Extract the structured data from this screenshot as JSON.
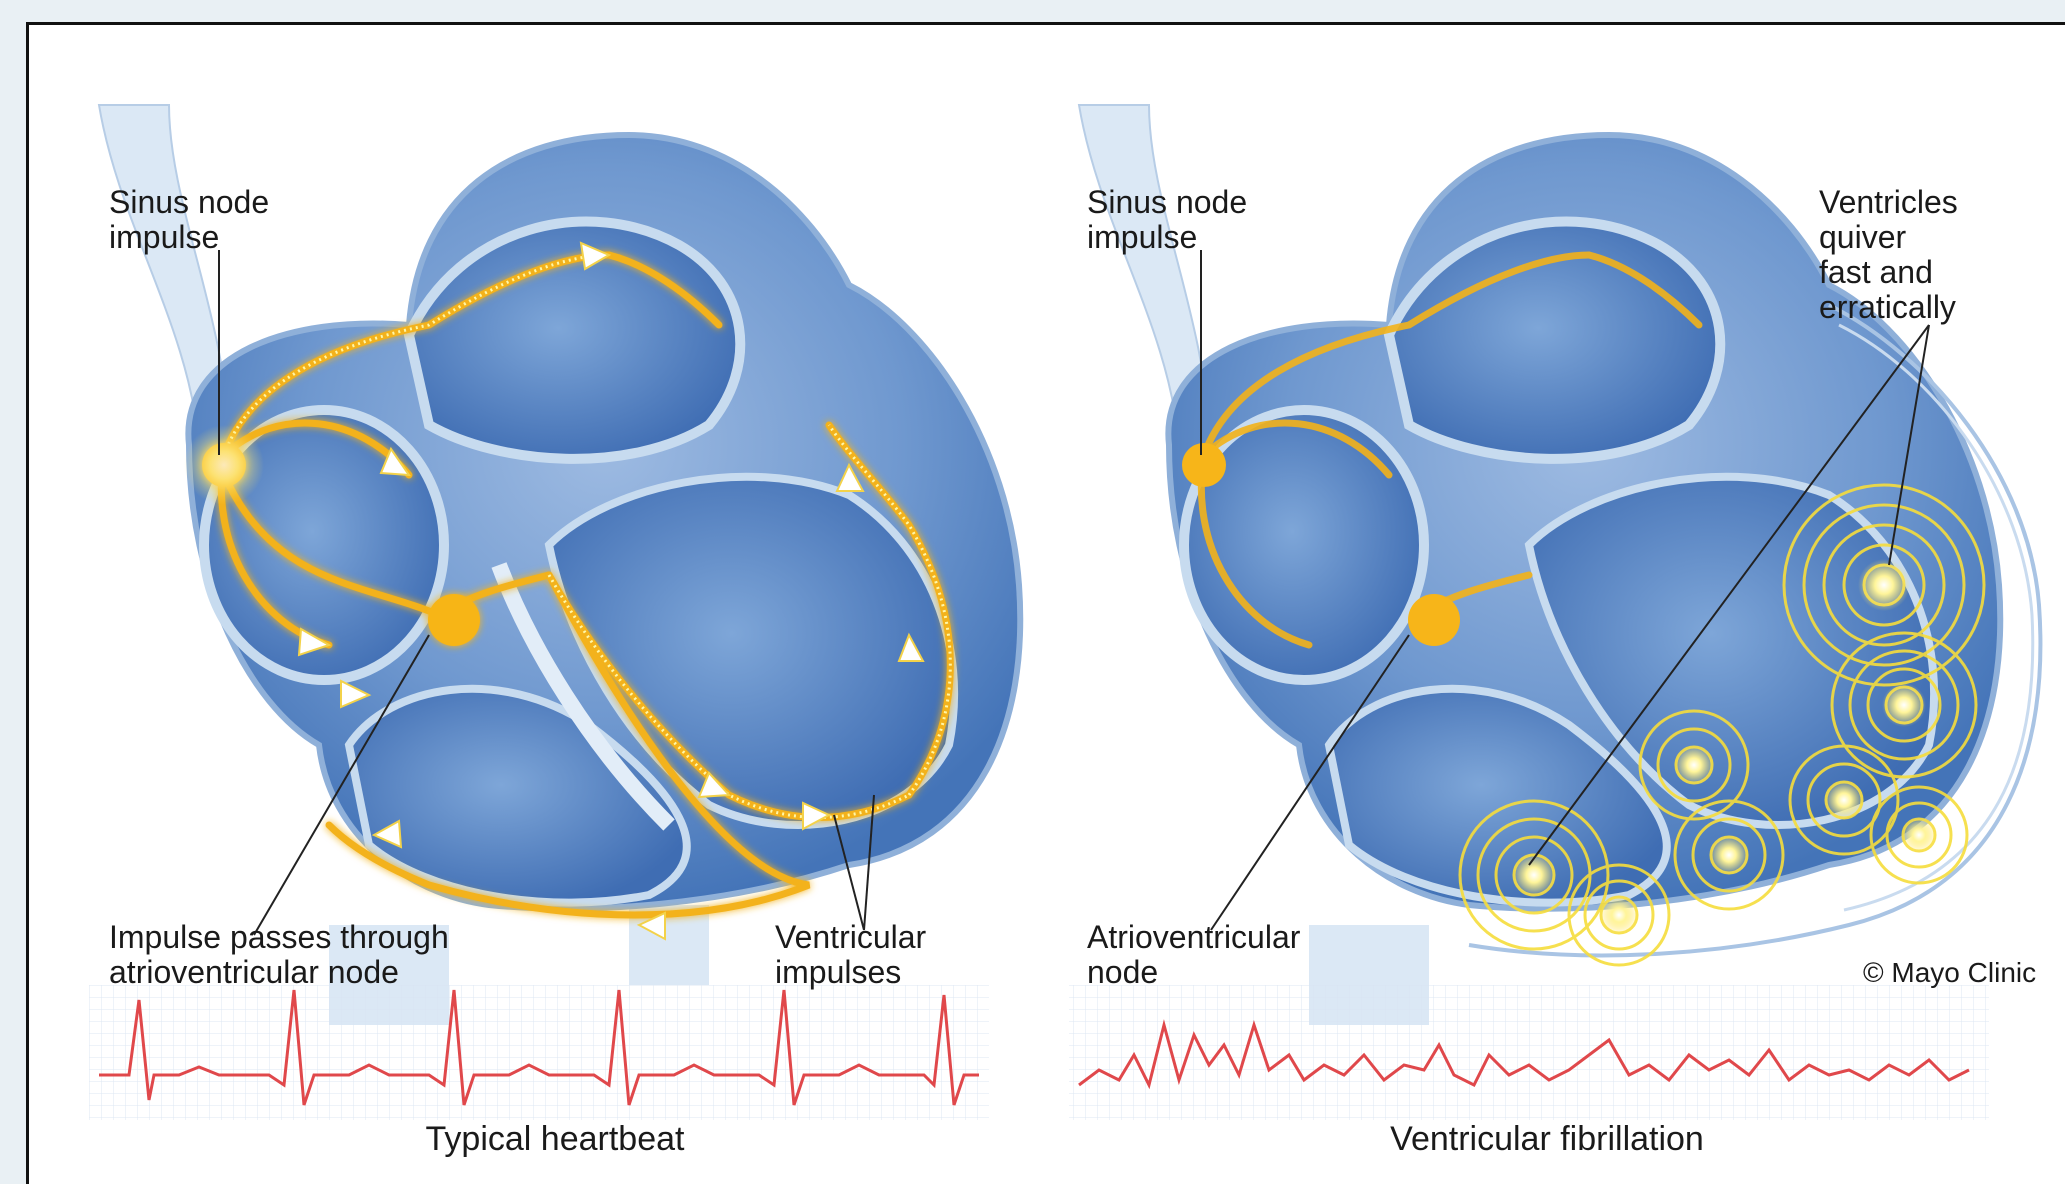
{
  "panels": [
    {
      "id": "typical",
      "caption": "Typical heartbeat",
      "labels": {
        "sinus_node": "Sinus node\nimpulse",
        "av_node": "Impulse passes through\natrioventricular node",
        "ventricular": "Ventricular\nimpulses"
      }
    },
    {
      "id": "fibrillation",
      "caption": "Ventricular fibrillation",
      "labels": {
        "sinus_node": "Sinus node\nimpulse",
        "av_node": "Atrioventricular\nnode",
        "ventricles": "Ventricles\nquiver\nfast and\nerratically"
      }
    }
  ],
  "credit": "© Mayo Clinic",
  "colors": {
    "heart_light": "#bcd3ec",
    "heart_mid": "#7aa3d4",
    "heart_dark": "#3f6fb5",
    "conduction": "#f3b21a",
    "impulse_glow": "#fff27a",
    "ecg": "#e0484b",
    "ecg_grid": "#dbe6f2"
  }
}
